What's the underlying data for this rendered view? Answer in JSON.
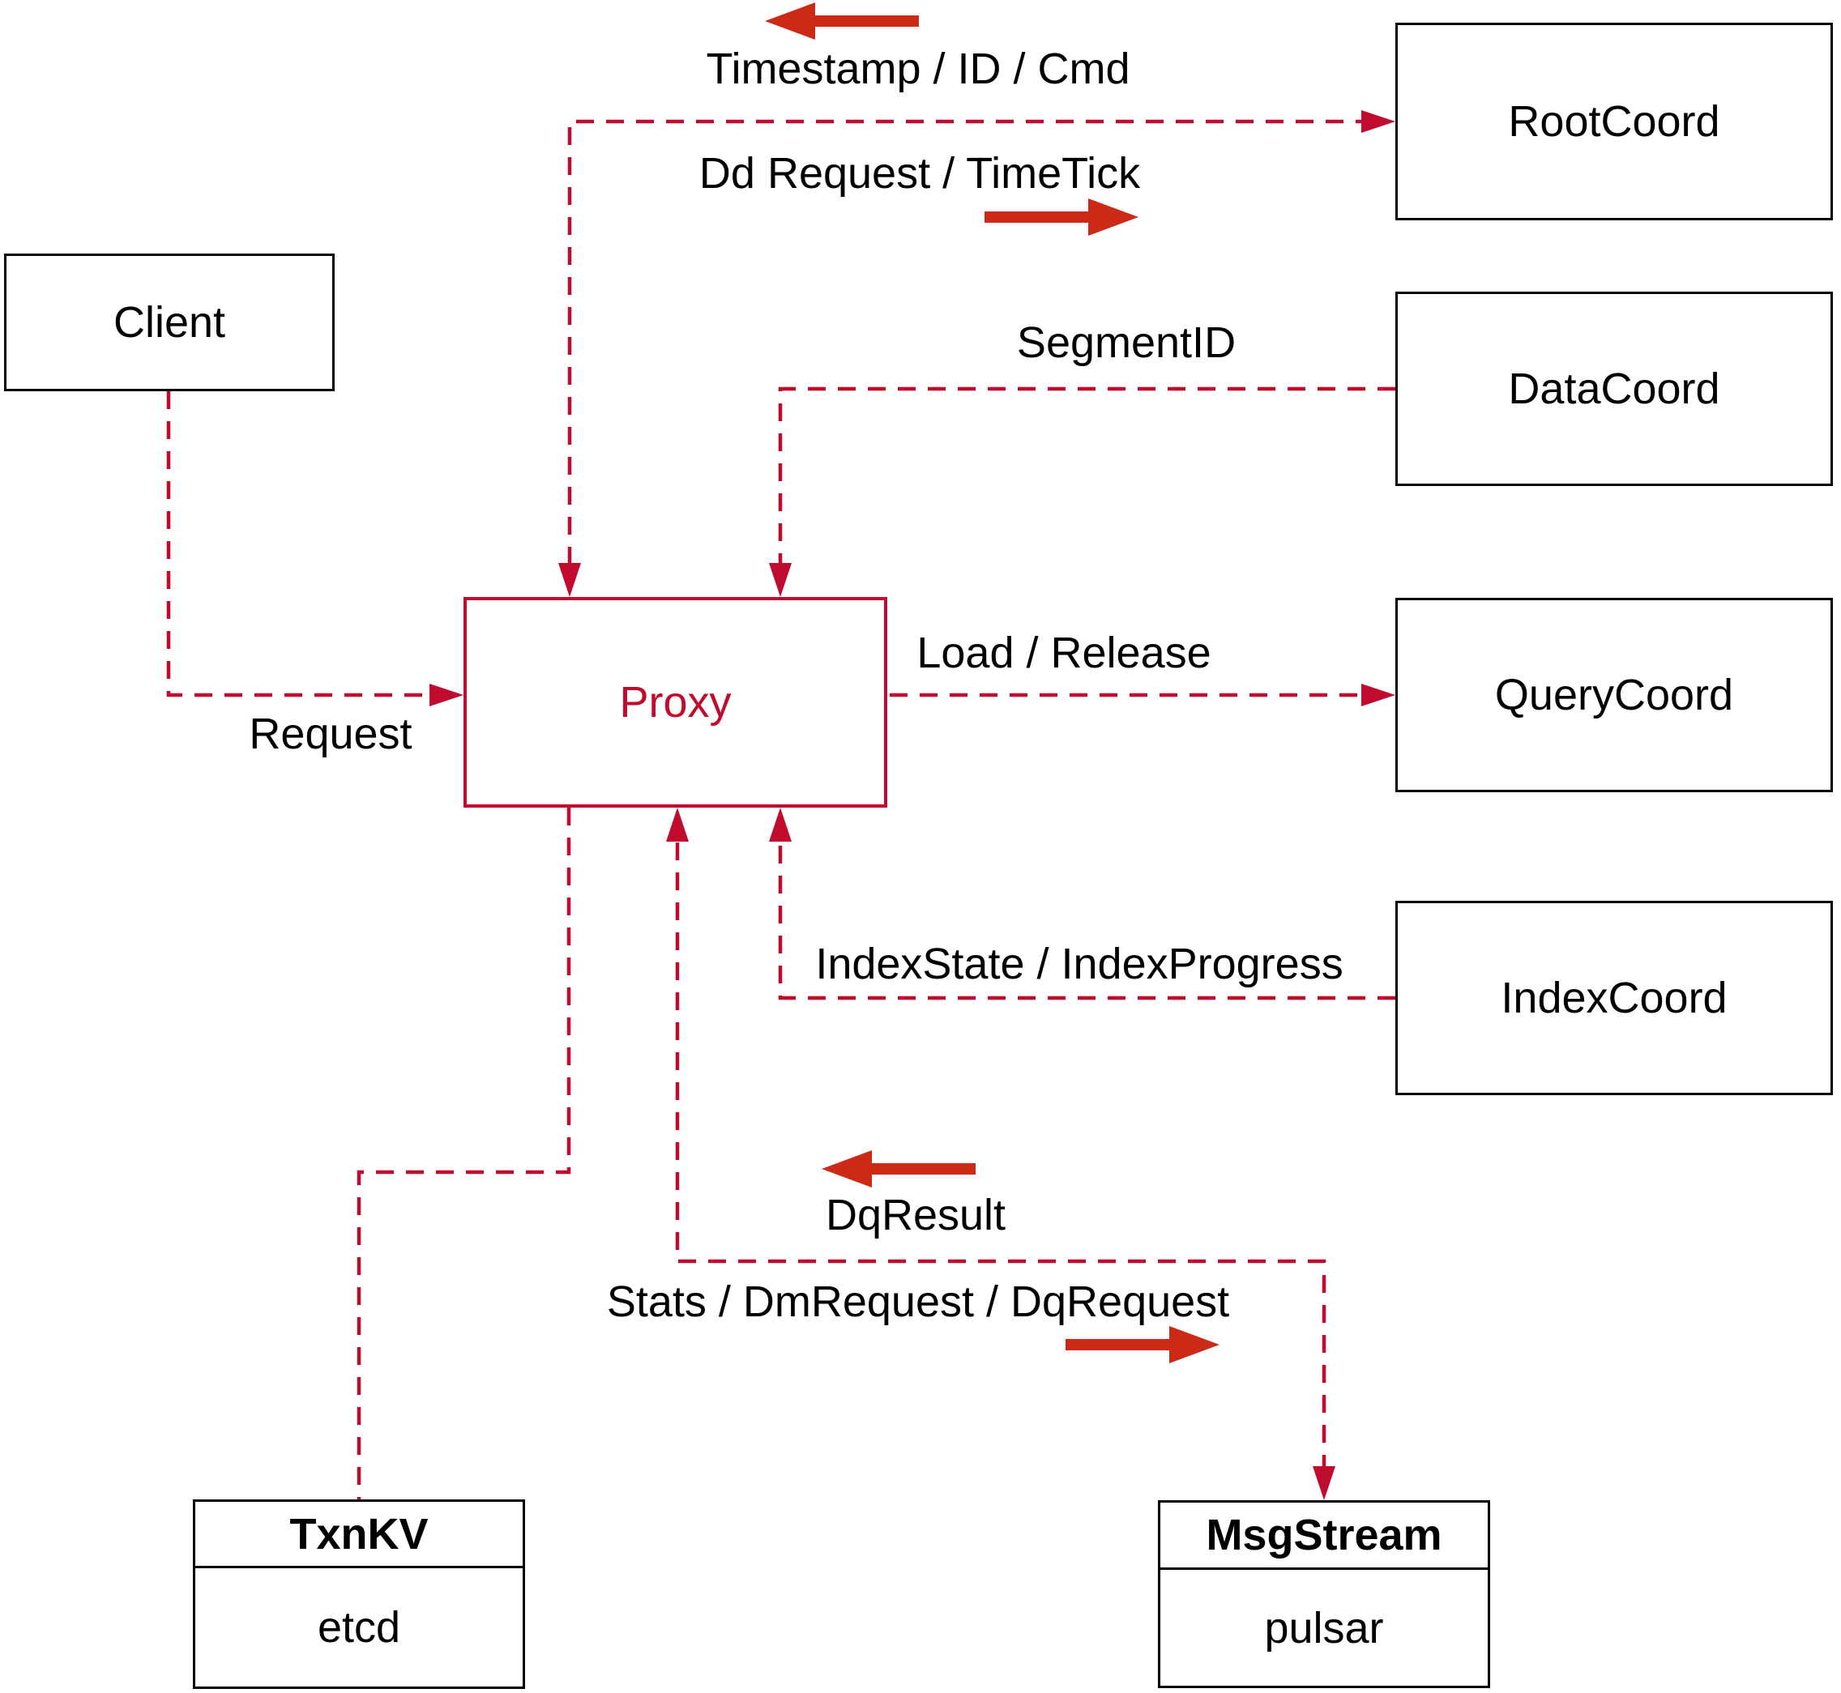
{
  "nodes": {
    "client": {
      "label": "Client"
    },
    "proxy": {
      "label": "Proxy"
    },
    "rootcoord": {
      "label": "RootCoord"
    },
    "datacoord": {
      "label": "DataCoord"
    },
    "querycoord": {
      "label": "QueryCoord"
    },
    "indexcoord": {
      "label": "IndexCoord"
    },
    "txnkv": {
      "title": "TxnKV",
      "subtitle": "etcd"
    },
    "msgstream": {
      "title": "MsgStream",
      "subtitle": "pulsar"
    }
  },
  "edge_labels": {
    "timestamp_id_cmd": "Timestamp / ID / Cmd",
    "dd_request_timetick": "Dd Request / TimeTick",
    "segment_id": "SegmentID",
    "load_release": "Load / Release",
    "index_state_progress": "IndexState / IndexProgress",
    "dq_result": "DqResult",
    "stats_dm_dq_request": "Stats / DmRequest / DqRequest",
    "request": "Request"
  },
  "edges": [
    {
      "from": "Client",
      "to": "Proxy",
      "label": "Request",
      "style": "dashed",
      "arrow": "into Proxy"
    },
    {
      "from": "Proxy",
      "to": "RootCoord",
      "labels": [
        "Timestamp / ID / Cmd",
        "Dd Request / TimeTick"
      ],
      "style": "dashed",
      "arrow": "both ends"
    },
    {
      "from": "DataCoord",
      "to": "Proxy",
      "label": "SegmentID",
      "style": "dashed",
      "arrow": "into Proxy"
    },
    {
      "from": "Proxy",
      "to": "QueryCoord",
      "label": "Load / Release",
      "style": "dashed",
      "arrow": "into QueryCoord"
    },
    {
      "from": "IndexCoord",
      "to": "Proxy",
      "label": "IndexState / IndexProgress",
      "style": "dashed",
      "arrow": "into Proxy"
    },
    {
      "from": "Proxy",
      "to": "MsgStream",
      "labels": [
        "DqResult",
        "Stats / DmRequest / DqRequest"
      ],
      "style": "dashed",
      "arrow": "both ends"
    },
    {
      "from": "Proxy",
      "to": "TxnKV",
      "style": "dashed",
      "arrow": "none"
    }
  ],
  "colors": {
    "connector_red": "#c00a2e",
    "arrow_red": "#cb2a16",
    "box_border": "#000000",
    "text": "#000000",
    "background": "#ffffff"
  }
}
